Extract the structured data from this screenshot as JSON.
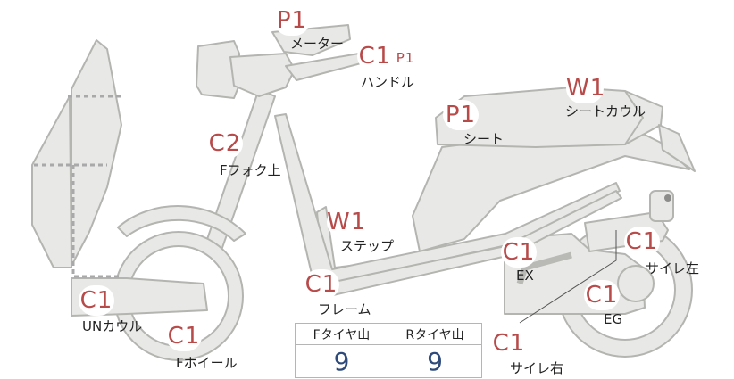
{
  "parts": [
    {
      "id": "meter",
      "grade": "P1",
      "name": "メーター"
    },
    {
      "id": "handle",
      "grade": "C1",
      "sub_grade": "P1",
      "name": "ハンドル"
    },
    {
      "id": "seat",
      "grade": "P1",
      "name": "シート"
    },
    {
      "id": "seat-cowl",
      "grade": "W1",
      "name": "シートカウル"
    },
    {
      "id": "ffork-upper",
      "grade": "C2",
      "name": "Fフォク上"
    },
    {
      "id": "step",
      "grade": "W1",
      "name": "ステップ"
    },
    {
      "id": "frame",
      "grade": "C1",
      "name": "フレーム"
    },
    {
      "id": "ex",
      "grade": "C1",
      "name": "EX"
    },
    {
      "id": "silencer-left",
      "grade": "C1",
      "name": "サイレ左"
    },
    {
      "id": "eg",
      "grade": "C1",
      "name": "EG"
    },
    {
      "id": "un-cowl",
      "grade": "C1",
      "name": "UNカウル"
    },
    {
      "id": "f-wheel",
      "grade": "C1",
      "name": "Fホイール"
    },
    {
      "id": "silencer-right",
      "grade": "C1",
      "name": "サイレ右"
    }
  ],
  "tire_table": {
    "front_header": "Fタイヤ山",
    "rear_header": "Rタイヤ山",
    "front_value": "9",
    "rear_value": "9"
  },
  "colors": {
    "grade_text": "#b84a4a",
    "table_value": "#2d4a7a",
    "part_fill": "#e8e8e6",
    "part_stroke": "#b4b4b1"
  }
}
